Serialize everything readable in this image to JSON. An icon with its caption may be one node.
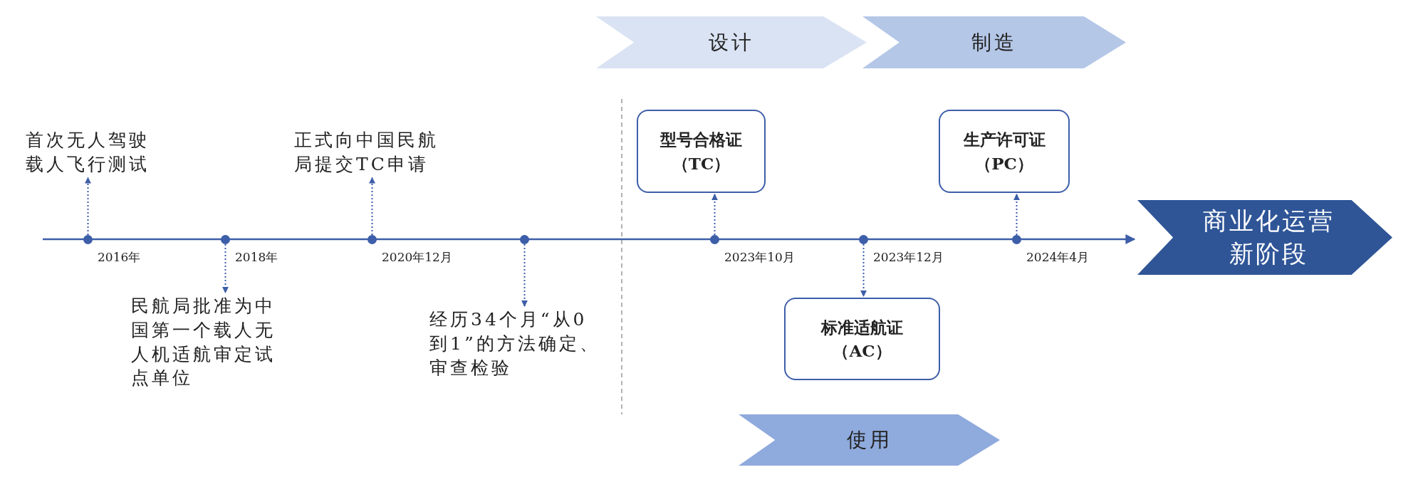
{
  "diagram": {
    "nodes": [
      {
        "text": [
          "设计"
        ]
      },
      {
        "text": [
          "制造"
        ]
      },
      {
        "text": [
          "首次无人驾驶载人飞行测试"
        ]
      },
      {
        "text": [
          "正式向中国民航局提交TC申请"
        ]
      },
      {
        "text": [
          "型号合格证",
          "（TC）"
        ]
      },
      {
        "text": [
          "生产许可证",
          "（PC）"
        ]
      },
      {
        "text": [],
        "shape": "circle",
        "beside": [
          "2016年"
        ]
      },
      {
        "text": [],
        "shape": "circle",
        "beside": [
          "2018年"
        ]
      },
      {
        "text": [],
        "shape": "circle",
        "beside": [
          "2020年12月"
        ]
      },
      {
        "text": [],
        "shape": "circle"
      },
      {
        "text": [],
        "shape": "circle",
        "beside": [
          "2023年10月"
        ]
      },
      {
        "text": [],
        "shape": "circle",
        "beside": [
          "2023年12月"
        ]
      },
      {
        "text": [],
        "shape": "circle",
        "beside": [
          "2024年4月"
        ]
      },
      {
        "text": [
          "民航局批准为中国第一个载人无人机适航审定试点单位"
        ]
      },
      {
        "text": [
          "经历34个月“从0到1”的方法确定、审查检验"
        ]
      },
      {
        "text": [
          "标准适航证",
          "（AC）"
        ]
      },
      {
        "text": [
          "商业化运营新阶段"
        ]
      },
      {
        "text": [
          "使用"
        ]
      }
    ],
    "edges": [
      {
        "from": 6,
        "to": 2,
        "arrow": "to",
        "style": "dashed"
      },
      {
        "from": 7,
        "to": 13,
        "arrow": "to",
        "style": "dashed"
      },
      {
        "from": 8,
        "to": 3,
        "arrow": "to",
        "style": "dashed"
      },
      {
        "from": 9,
        "to": 14,
        "arrow": "to",
        "style": "dashed"
      },
      {
        "from": 10,
        "to": 4,
        "arrow": "to",
        "style": "dashed"
      },
      {
        "from": 11,
        "to": 15,
        "arrow": "to",
        "style": "dashed"
      },
      {
        "from": 12,
        "to": 5,
        "arrow": "to",
        "style": "dashed"
      },
      {
        "from": null,
        "to": 16,
        "arrow": "to"
      }
    ]
  }
}
